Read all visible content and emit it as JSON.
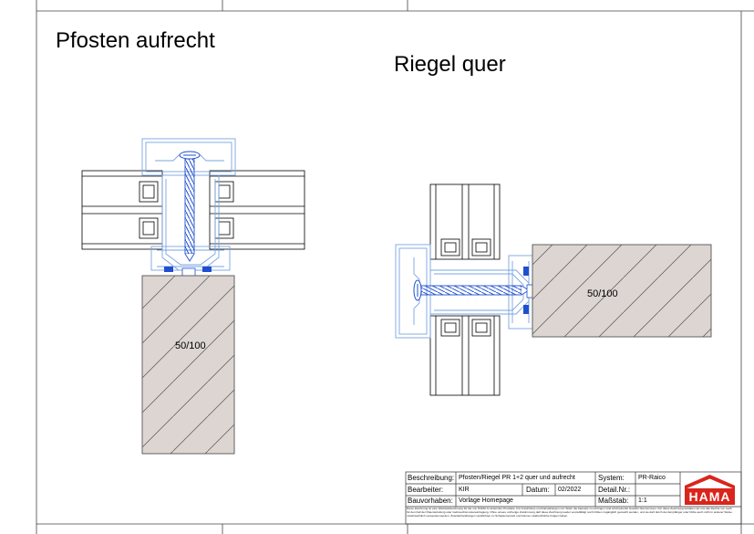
{
  "heading_left": "Pfosten aufrecht",
  "heading_right": "Riegel quer",
  "beam_left_label": "50/100",
  "beam_right_label": "50/100",
  "title_block": {
    "beschreibung_label": "Beschreibung:",
    "beschreibung_value": "Pfosten/Riegel PR 1+2 quer und aufrecht",
    "system_label": "System:",
    "system_value": "PR-Raico",
    "bearbeiter_label": "Bearbeiter:",
    "bearbeiter_value": "KIR",
    "datum_label": "Datum:",
    "datum_value": "02/2022",
    "detail_label": "Detail.Nr.:",
    "detail_value": "",
    "bauvorhaben_label": "Bauvorhaben:",
    "bauvorhaben_value": "Vorlage Homepage",
    "massstab_label": "Maßstab:",
    "massstab_value": "1:1",
    "disclaimer": "Diese Zeichnung ist eine Werkstattzeichnung für die von HAMA zu liefernden Produkte. Für Anschlüsse und Darstellungen von Teilen die bauseits zu erbringen sind wird keinerlei Gewähr übernommen. Für diese Zeichnung behalten wir uns alle Rechte vor, auch für den Fall der Patenterteilung oder Gebrauchsmustereintragung. Ohne unsere vorherige Zustimmung darf diese Zeichnung weder vervielfältigt noch Dritten zugänglich gemacht werden, und sie darf durch den Empfänger oder Dritte auch nicht in anderer Weise missbräuchlich verwendet werden. Zuwiderhandlungen verpflichten zu Schadensersatz und können strafrechtliche Folgen haben."
  },
  "logo": {
    "text": "HAMA",
    "color": "#d9251c"
  },
  "colors": {
    "wood": "#dcd5d1",
    "profile": "#7aa6e0",
    "screw": "#1f4fd0"
  }
}
